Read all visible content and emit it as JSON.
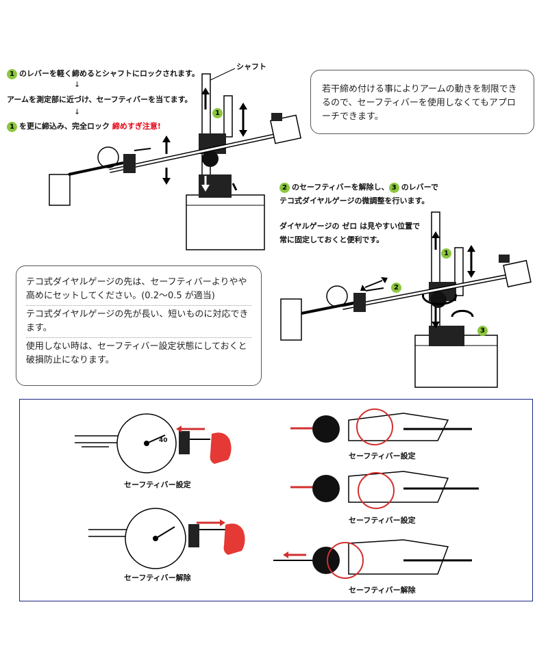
{
  "steps": {
    "step1_num": "1",
    "step1_text": "のレバーを軽く締めるとシャフトにロックされます。",
    "step1_arrow": "↓",
    "step2_text": "アームを測定部に近づけ、セーフティバーを当てます。",
    "step2_arrow": "↓",
    "step3_num": "1",
    "step3_text": "を更に締込み、完全ロック",
    "step3_warning": "締めすぎ注意!"
  },
  "diagram1": {
    "shaft_label": "シャフト",
    "lever_num": "1"
  },
  "note_top_right": "若干締め付ける事によりアームの動きを制限できるので、セーフティバーを使用しなくてもアプローチできます。",
  "middle_instructions": {
    "num2": "2",
    "line1_a": "のセーフティバーを解除し、",
    "num3": "3",
    "line1_b": "のレバーで",
    "line2": "テコ式ダイヤルゲージの微調整を行います。",
    "line3": "ダイヤルゲージの ゼロ は見やすい位置で",
    "line4": "常に固定しておくと便利です。"
  },
  "diagram2": {
    "num1": "1",
    "num2": "2",
    "num3": "3"
  },
  "note_left": {
    "p1": "テコ式ダイヤルゲージの先は、セーフティバーよりやや高めにセットしてください。(0.2～0.5 が適当)",
    "p2": "テコ式ダイヤルゲージの先が長い、短いものに対応できます。",
    "p3": "使用しない時は、セーフティバー設定状態にしておくと破損防止になります。"
  },
  "bottom_panel": {
    "caption_a": "セーフティバー設定",
    "caption_b": "セーフティバー解除",
    "caption_c": "セーフティバー設定",
    "caption_d": "セーフティバー設定",
    "caption_e": "セーフティバー解除",
    "dial_tick_40": "40"
  },
  "colors": {
    "number_badge": "#8cc63f",
    "warning": "#e60012",
    "highlight_circle": "#d32f2f",
    "panel_border": "#1a237e",
    "glove": "#e53935"
  }
}
